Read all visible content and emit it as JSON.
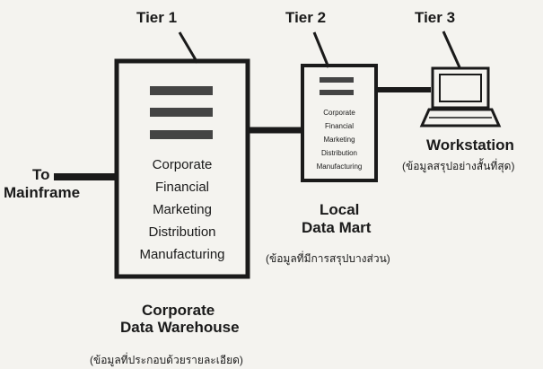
{
  "tiers": {
    "tier1": "Tier 1",
    "tier2": "Tier 2",
    "tier3": "Tier 3"
  },
  "mainframe": {
    "line1": "To",
    "line2": "Mainframe"
  },
  "warehouse": {
    "items": [
      "Corporate",
      "Financial",
      "Marketing",
      "Distribution",
      "Manufacturing"
    ],
    "title_line1": "Corporate",
    "title_line2": "Data Warehouse",
    "note": "(ข้อมูลที่ประกอบด้วยรายละเอียด)"
  },
  "datamart": {
    "items": [
      "Corporate",
      "Financial",
      "Marketing",
      "Distribution",
      "Manufacturing"
    ],
    "title_line1": "Local",
    "title_line2": "Data Mart",
    "note": "(ข้อมูลที่มีการสรุปบางส่วน)"
  },
  "workstation": {
    "title": "Workstation",
    "note": "(ข้อมูลสรุปอย่างสั้นที่สุด)"
  },
  "icons": [
    "workstation-icon"
  ],
  "colors": {
    "ink": "#1a1a1a",
    "paper": "#f4f3ef"
  }
}
